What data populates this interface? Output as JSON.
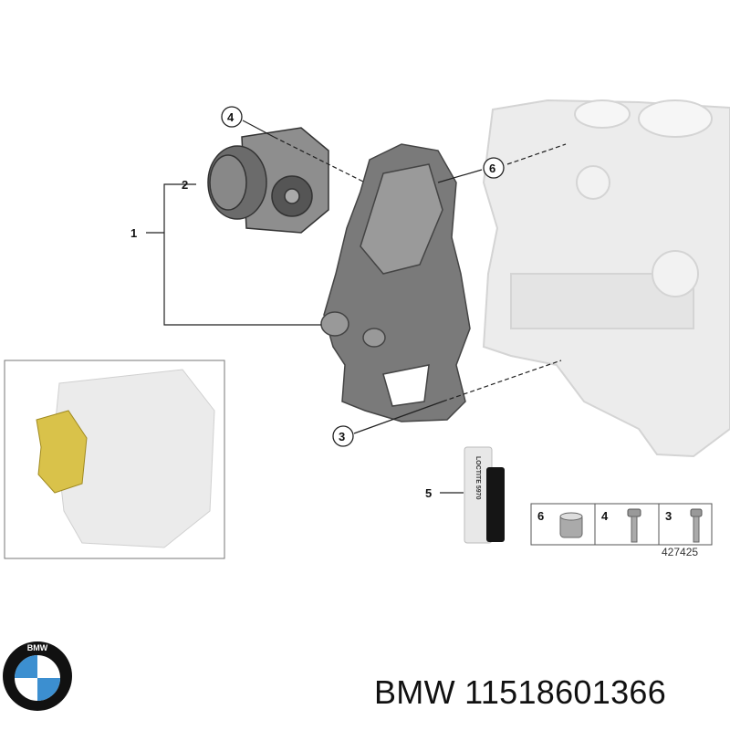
{
  "diagram": {
    "callouts": [
      {
        "id": "callout-1",
        "text": "1"
      },
      {
        "id": "callout-2",
        "text": "2"
      },
      {
        "id": "callout-3",
        "text": "3"
      },
      {
        "id": "callout-4",
        "text": "4"
      },
      {
        "id": "callout-5",
        "text": "5"
      },
      {
        "id": "callout-6",
        "text": "6"
      }
    ],
    "parts_box": [
      {
        "text": "6",
        "part": "bushing"
      },
      {
        "text": "4",
        "part": "bolt"
      },
      {
        "text": "3",
        "part": "bolt"
      }
    ],
    "tube_label": "LOCTITE 5970",
    "diagram_number": "427425",
    "highlight_color": "#d9c24a"
  },
  "footer": {
    "logo_text": "BMW",
    "title": "BMW 11518601366"
  }
}
